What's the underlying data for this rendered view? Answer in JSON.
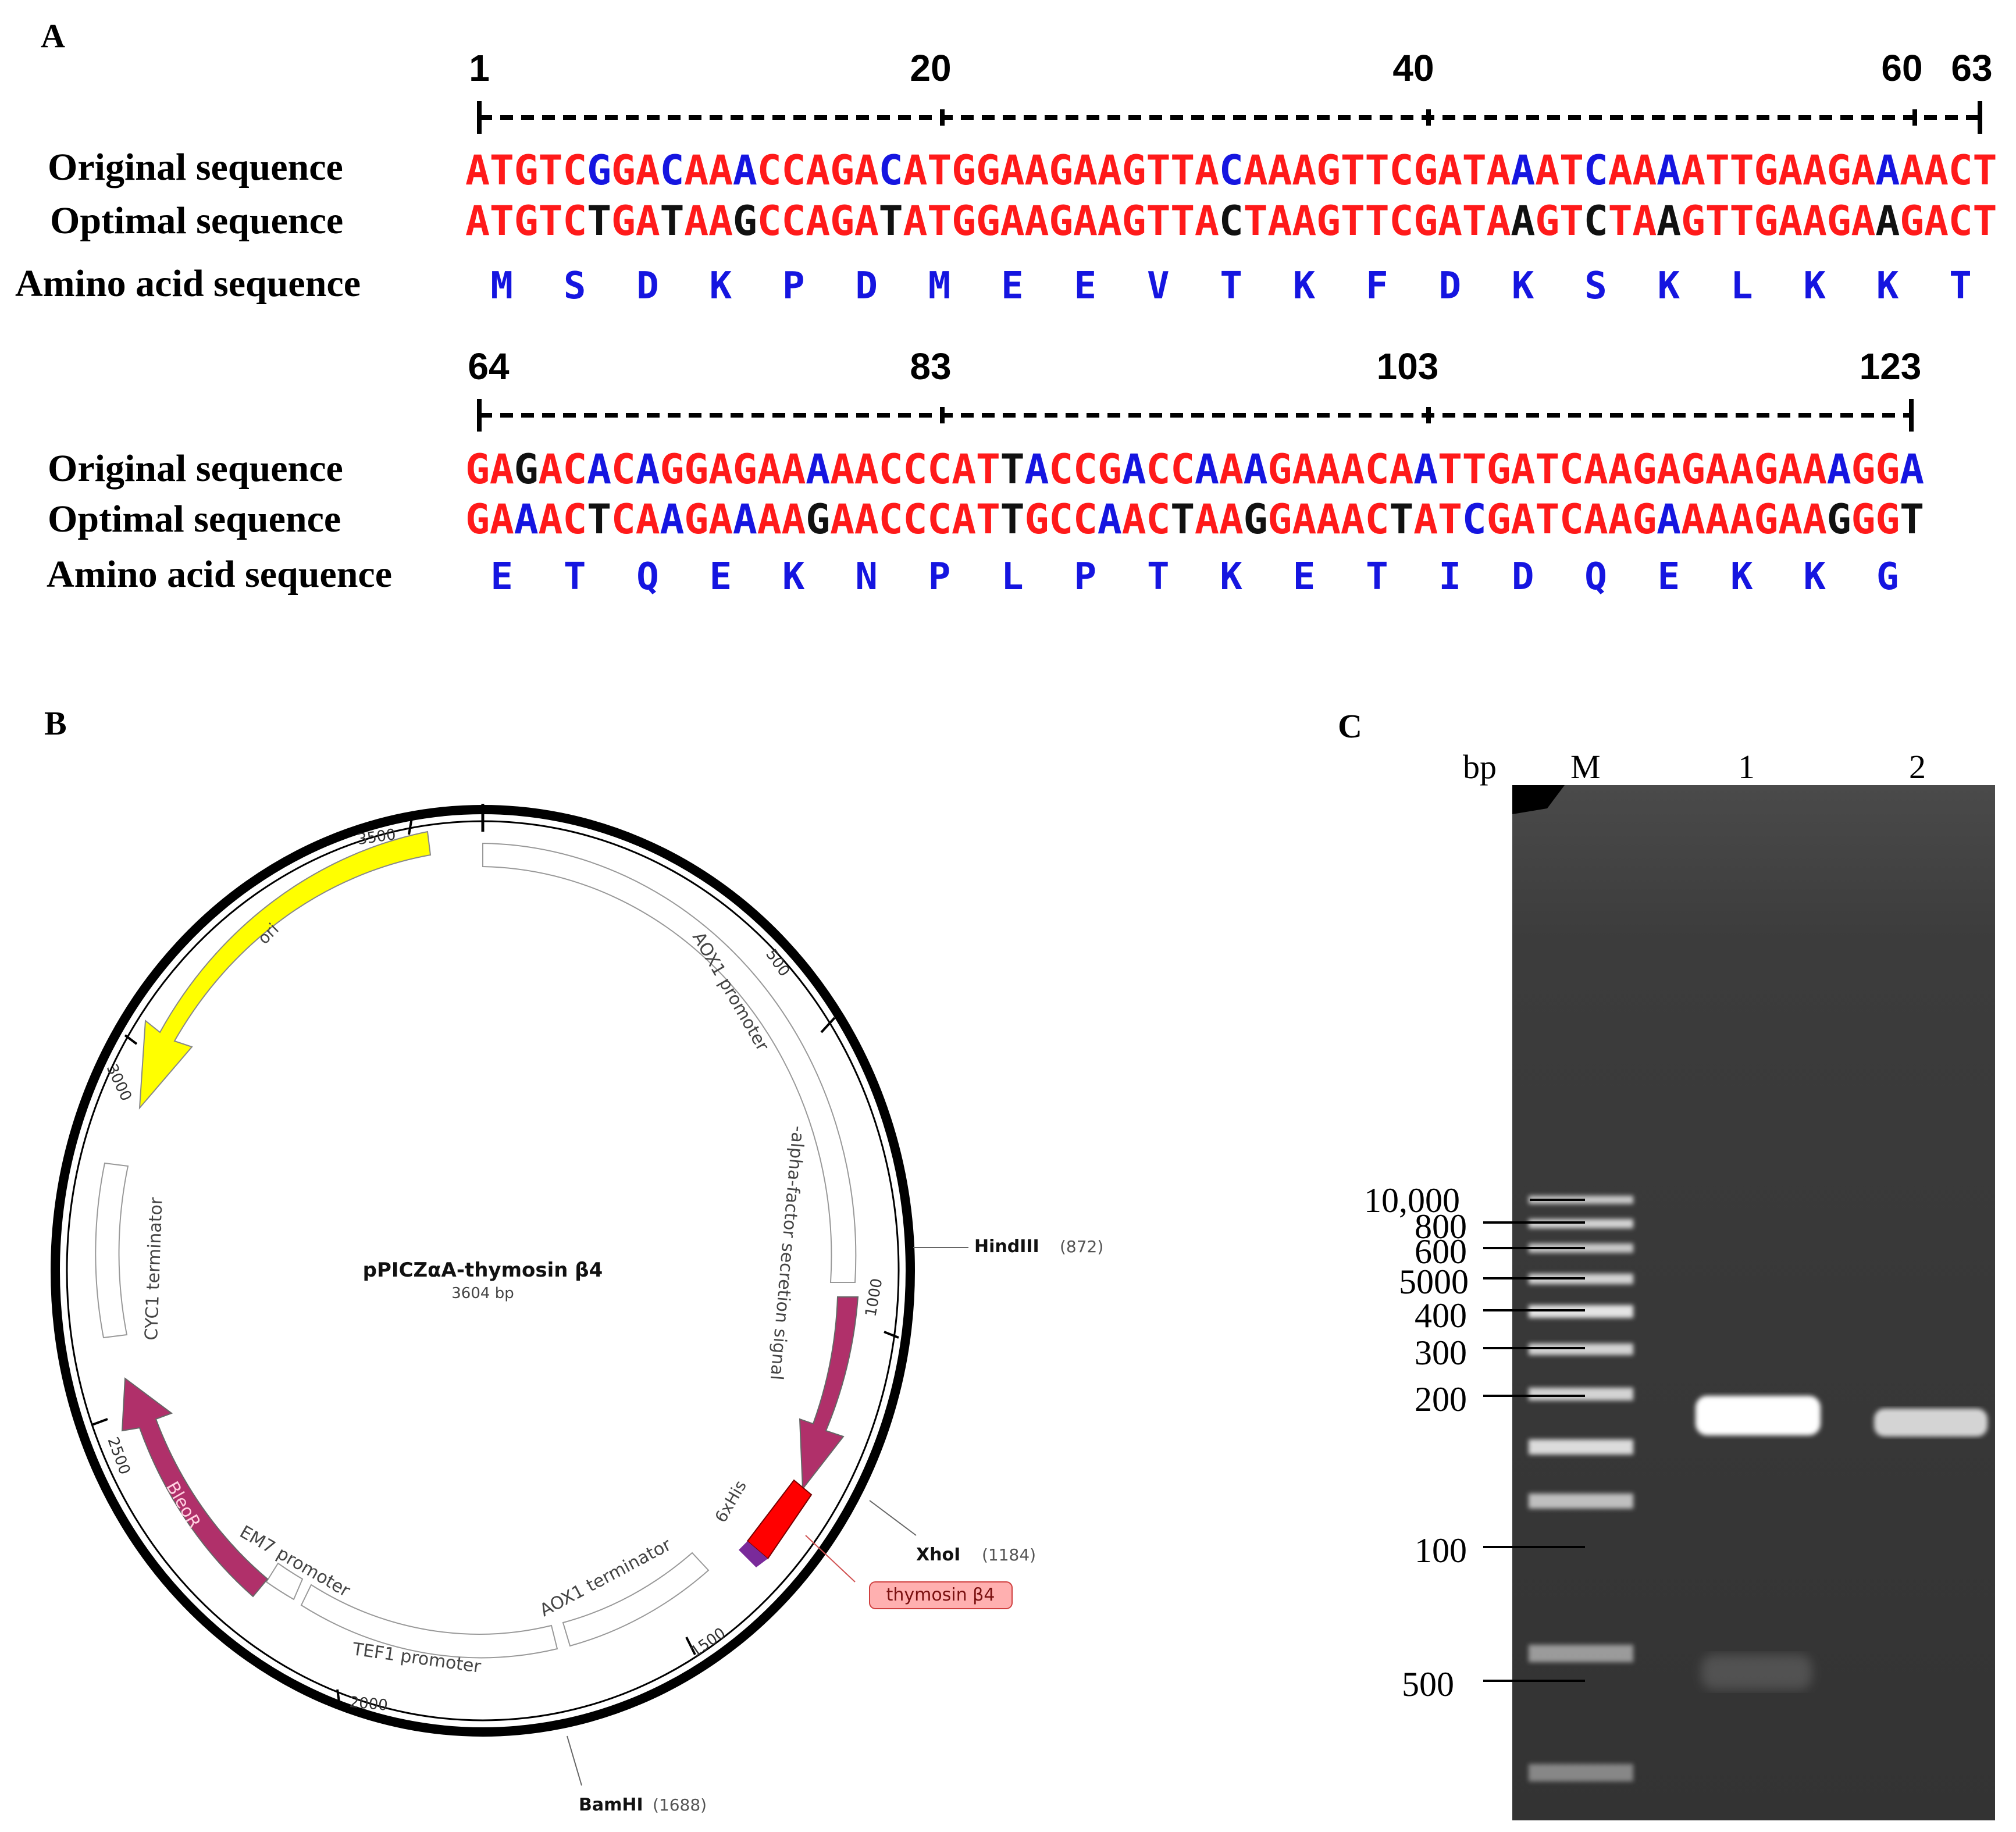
{
  "panel_a": {
    "letter": "A",
    "block1": {
      "ruler_labels": [
        "1",
        "20",
        "40",
        "60",
        "63"
      ],
      "original_label": "Original sequence",
      "optimal_label": "Optimal sequence",
      "amino_label": "Amino acid sequence",
      "original": "ATGTCGGACAAACCAGACATGGAAGAAGTTACAAAGTTCGATAAATCAAAATTGAAGAAAACT",
      "original_colors": "RRRRRBRRBRRBRRRRRBRRRRRRRRRRRRRBRRRRRRRRRRRBRRBRRBRRRRRRRRBRRR",
      "optimal": "ATGTCTGATAAGCCAGATATGGAAGAAGTTACTAAGTTCGATAAGTCTAAGTTGAAGAAGACT",
      "optimal_colors": "RRRRRKRRKRRKRRRRRKRRRRRRRRRRRRRKRRRRRRRRRRRKRRKRRKRRRRRRRRKRRR",
      "amino": [
        "M",
        "S",
        "D",
        "K",
        "P",
        "D",
        "M",
        "E",
        "E",
        "V",
        "T",
        "K",
        "F",
        "D",
        "K",
        "S",
        "K",
        "L",
        "K",
        "K",
        "T"
      ]
    },
    "block2": {
      "ruler_labels": [
        "64",
        "83",
        "103",
        "123"
      ],
      "original_label": "Original sequence",
      "optimal_label": "Optimal sequence",
      "amino_label": "Amino acid sequence",
      "original": "GAGACACAGGAGAAAAACCCATTACCGACCAAAGAAACAATTGATCAAGAGAAGAAAGGA",
      "original_colors": "RRKRRBRBRRRRRRBRRRRRRRKBRRRBRRBRBRRRRRRBRRRRRRRRRRRRRRRRBRRB",
      "optimal": "GAAACTCAAGAAAAGAACCCATTGCCAACTAAGGAAACTATCGATCAAGAAAAGAAGGGT",
      "optimal_colors": "RRBRRKRRBRRBRRKRRRRRRRKRRRBRRKRRKRRRRRKRRBRRRRRRRBRRRRRRKRRK",
      "amino": [
        "E",
        "T",
        "Q",
        "E",
        "K",
        "N",
        "P",
        "L",
        "P",
        "T",
        "K",
        "E",
        "T",
        "I",
        "D",
        "Q",
        "E",
        "K",
        "K",
        "G"
      ]
    }
  },
  "panel_b": {
    "letter": "B",
    "plasmid_name": "pPICZαA-thymosin β4",
    "plasmid_size": "3604 bp",
    "ticks": [
      "500",
      "1000",
      "1500",
      "2000",
      "2500",
      "3000",
      "3500"
    ],
    "features": [
      "AOX1 promoter",
      "-alpha-factor secretion signal",
      "6xHis",
      "AOX1 terminator",
      "TEF1 promoter",
      "EM7 promoter",
      "BleoR",
      "CYC1 terminator",
      "ori"
    ],
    "sites": [
      {
        "name": "HindIII",
        "pos": "(872)"
      },
      {
        "name": "XhoI",
        "pos": "(1184)"
      },
      {
        "name": "BamHI",
        "pos": "(1688)"
      }
    ],
    "insert_label": "thymosin β4"
  },
  "panel_c": {
    "letter": "C",
    "bp_label": "bp",
    "lanes": [
      "M",
      "1",
      "2"
    ],
    "markers": [
      "10,000",
      "800",
      "600",
      "5000",
      "400",
      "300",
      "200",
      "100",
      "500"
    ]
  },
  "colors": {
    "red": "#ff1a1a",
    "blue": "#1515e0",
    "black": "#111111",
    "bleo": "#b0306a",
    "ori": "#ffff00",
    "insert": "#ff0000"
  }
}
